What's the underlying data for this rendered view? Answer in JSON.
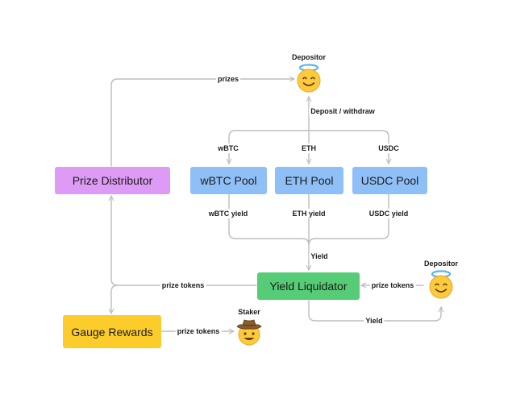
{
  "nodes": {
    "prize_distributor": "Prize Distributor",
    "wbtc_pool": "wBTC Pool",
    "eth_pool": "ETH Pool",
    "usdc_pool": "USDC Pool",
    "yield_liquidator": "Yield Liquidator",
    "gauge_rewards": "Gauge Rewards"
  },
  "actors": {
    "depositor_top": "Depositor",
    "depositor_right": "Depositor",
    "staker": "Staker"
  },
  "icons": {
    "depositor": "smiling-face-with-halo",
    "staker": "cowboy-hat-face"
  },
  "edges": {
    "prizes": "prizes",
    "deposit_withdraw": "Deposit / withdraw",
    "wbtc": "wBTC",
    "eth": "ETH",
    "usdc": "USDC",
    "wbtc_yield": "wBTC yield",
    "eth_yield": "ETH yield",
    "usdc_yield": "USDC yield",
    "yield_to_liquidator": "Yield",
    "prize_tokens_to_distributor": "prize tokens",
    "prize_tokens_from_depositor": "prize tokens",
    "prize_tokens_to_staker": "prize tokens",
    "yield_to_depositor": "Yield"
  },
  "colors": {
    "prize_distributor": "#de9bf5",
    "pools": "#8fbff7",
    "yield_liquidator": "#55cc75",
    "gauge_rewards": "#fccc2a",
    "lines": "#bdbdbd"
  }
}
